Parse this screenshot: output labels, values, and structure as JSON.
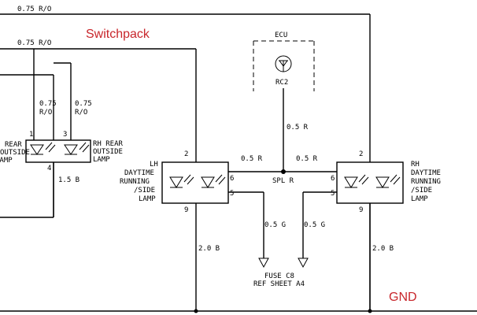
{
  "annotations": {
    "switchpack": "Switchpack",
    "gnd": "GND"
  },
  "ecu": {
    "title": "ECU",
    "pin": "RC2"
  },
  "wires": {
    "top_main": "0.75 R/O",
    "top_second": "0.75 R/O",
    "rear_left_a": "0.75",
    "rear_left_b": "R/O",
    "rear_right_a": "0.75",
    "rear_right_b": "R/O",
    "ecu_feed": "0.5 R",
    "lh_feed": "0.5 R",
    "rh_feed": "0.5 R",
    "splice": "SPL R",
    "lh_g": "0.5 G",
    "rh_g": "0.5 G",
    "lh_gnd": "2.0 B",
    "rh_gnd": "2.0 B",
    "rear_gnd": "1.5 B"
  },
  "rear_lamp": {
    "left_label": [
      "REAR",
      "OUTSIDE",
      "LAMP"
    ],
    "right_label": [
      "RH REAR",
      "OUTSIDE",
      "LAMP"
    ],
    "pin1": "1",
    "pin3": "3",
    "pin4": "4"
  },
  "lh_lamp": {
    "label": [
      "LH",
      "DAYTIME",
      "RUNNING",
      "/SIDE",
      "LAMP"
    ],
    "pin2": "2",
    "pin6": "6",
    "pin5": "5",
    "pin9": "9"
  },
  "rh_lamp": {
    "label": [
      "RH",
      "DAYTIME",
      "RUNNING",
      "/SIDE",
      "LAMP"
    ],
    "pin2": "2",
    "pin6": "6",
    "pin5": "5",
    "pin9": "9"
  },
  "fuse": {
    "line1": "FUSE C8",
    "line2": "REF SHEET A4"
  }
}
